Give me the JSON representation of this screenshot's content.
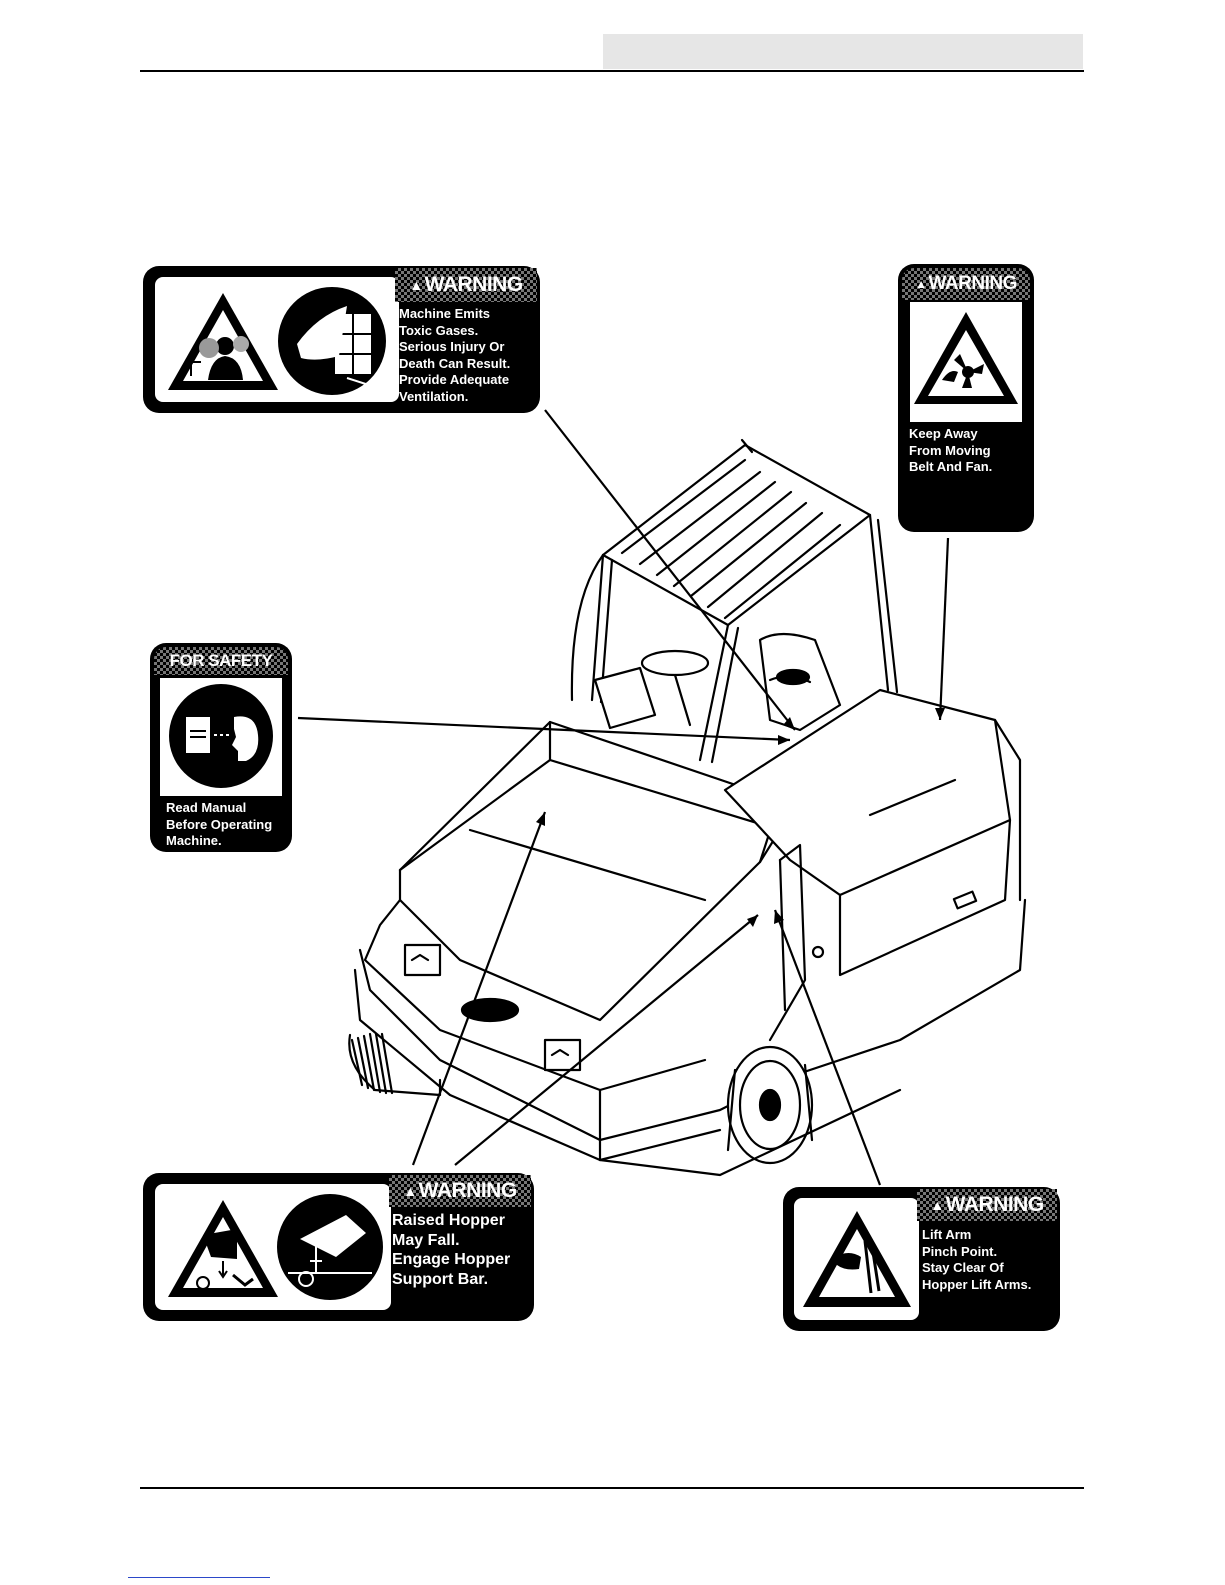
{
  "decals": {
    "toxic_gas": {
      "header": "WARNING",
      "lines": [
        "Machine Emits",
        "Toxic Gases.",
        "Serious Injury Or",
        "Death Can Result.",
        "Provide Adequate",
        "Ventilation."
      ]
    },
    "moving_belt": {
      "header": "WARNING",
      "lines": [
        "Keep Away",
        "From Moving",
        "Belt And Fan."
      ]
    },
    "read_manual": {
      "header": "FOR SAFETY",
      "lines": [
        "Read Manual",
        "Before Operating",
        "Machine."
      ]
    },
    "raised_hopper": {
      "header": "WARNING",
      "lines": [
        "Raised Hopper",
        "May Fall.",
        "Engage Hopper",
        "Support Bar."
      ]
    },
    "lift_arm": {
      "header": "WARNING",
      "lines": [
        "Lift Arm",
        "Pinch Point.",
        "Stay Clear Of",
        "Hopper Lift Arms."
      ]
    }
  },
  "icons": {
    "warning_symbol": "warning-triangle-icon",
    "toxic_person": "toxic-gas-person-icon",
    "open_window": "open-window-icon",
    "fan_hand": "fan-belt-hand-icon",
    "manual_reader": "read-manual-icon",
    "hopper_fall": "falling-hopper-icon",
    "support_bar": "hopper-support-bar-icon",
    "pinch_arm": "pinch-point-icon"
  }
}
